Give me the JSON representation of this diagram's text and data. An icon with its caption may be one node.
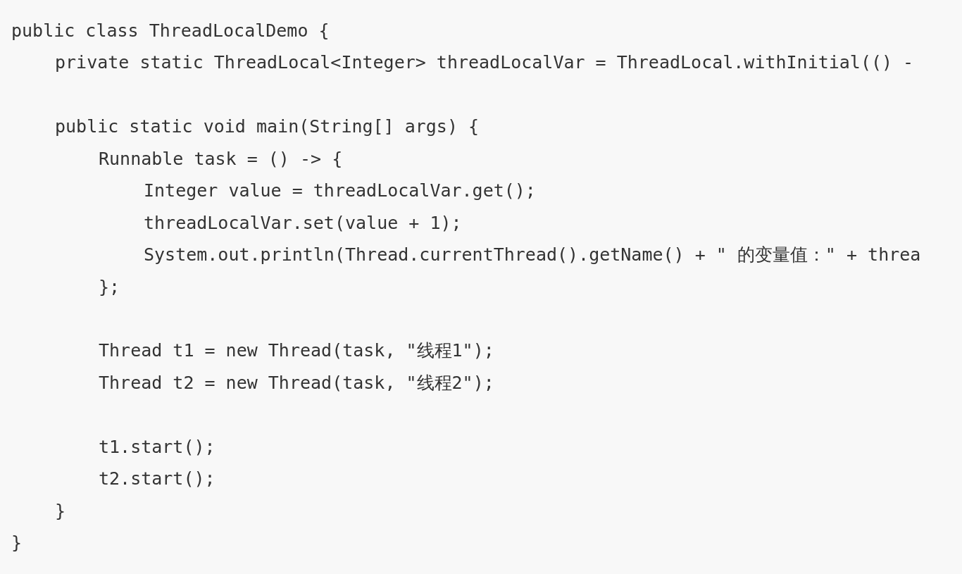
{
  "diagram": {
    "labels": [
      "public class ThreadLocalDemo {",
      "private static ThreadLocal<Integer> threadLocalVar = ThreadLocal.withInitial(() -",
      "public static void main(String[] args) {",
      "Runnable task = () -> {",
      "Integer value = threadLocalVar.get();",
      "threadLocalVar.set(value + 1);",
      "System.out.println(Thread.currentThread().getName() + \" 的变量值：\" + threa",
      "};",
      "Thread t1 = new Thread(task, \"线程1\");",
      "Thread t2 = new Thread(task, \"线程2\");",
      "t1.start();",
      "t2.start();",
      "}",
      "}"
    ]
  }
}
